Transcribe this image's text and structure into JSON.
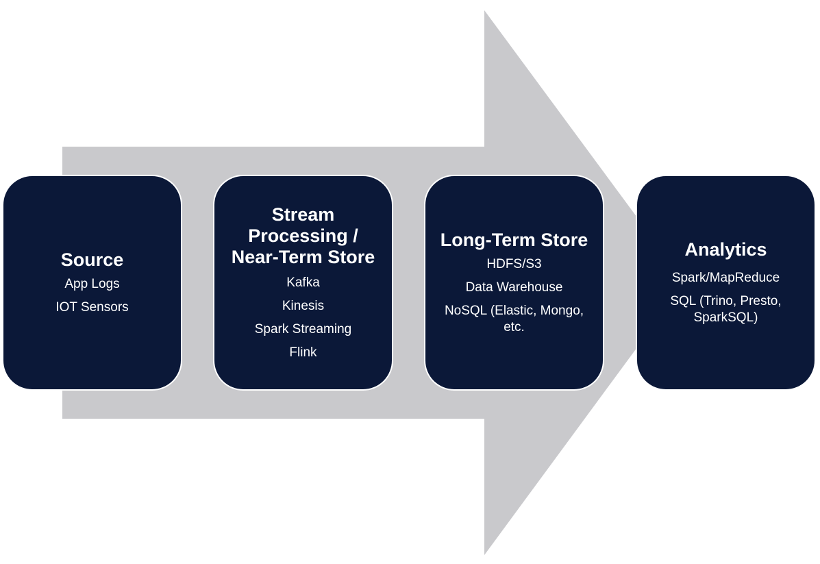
{
  "colors": {
    "arrow": "#c9c9cc",
    "box_fill": "#0b1838",
    "box_text": "#ffffff",
    "box_border": "#ffffff"
  },
  "stages": [
    {
      "title": "Source",
      "items": [
        "App Logs",
        "IOT Sensors"
      ]
    },
    {
      "title": "Stream Processing / Near-Term Store",
      "items": [
        "Kafka",
        "Kinesis",
        "Spark Streaming",
        "Flink"
      ]
    },
    {
      "title": "Long-Term Store",
      "items": [
        "HDFS/S3",
        "Data Warehouse",
        "NoSQL (Elastic, Mongo, etc."
      ]
    },
    {
      "title": "Analytics",
      "items": [
        "Spark/MapReduce",
        "SQL (Trino, Presto, SparkSQL)"
      ]
    }
  ]
}
